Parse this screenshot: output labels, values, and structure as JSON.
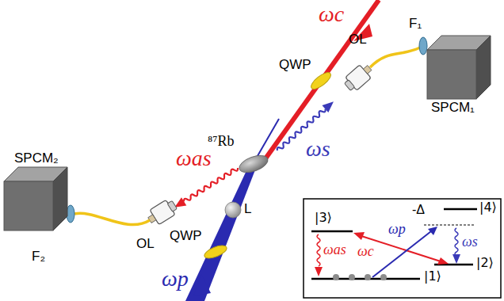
{
  "diagram": {
    "nodes": [
      {
        "text": [
          "SPCM₁"
        ]
      },
      {
        "text": [
          "SPCM₂"
        ]
      }
    ],
    "labels": [
      "ωc",
      "QWP",
      "OL",
      "F₁",
      "⁸⁷Rb",
      "ωs",
      "ωas",
      "QWP",
      "L",
      "OL",
      "F₂",
      "ωp",
      "|4⟩",
      "-Δ",
      "|3⟩",
      "ωas",
      "ωc",
      "ωp",
      "ωs",
      "|2⟩",
      "|1⟩"
    ]
  }
}
